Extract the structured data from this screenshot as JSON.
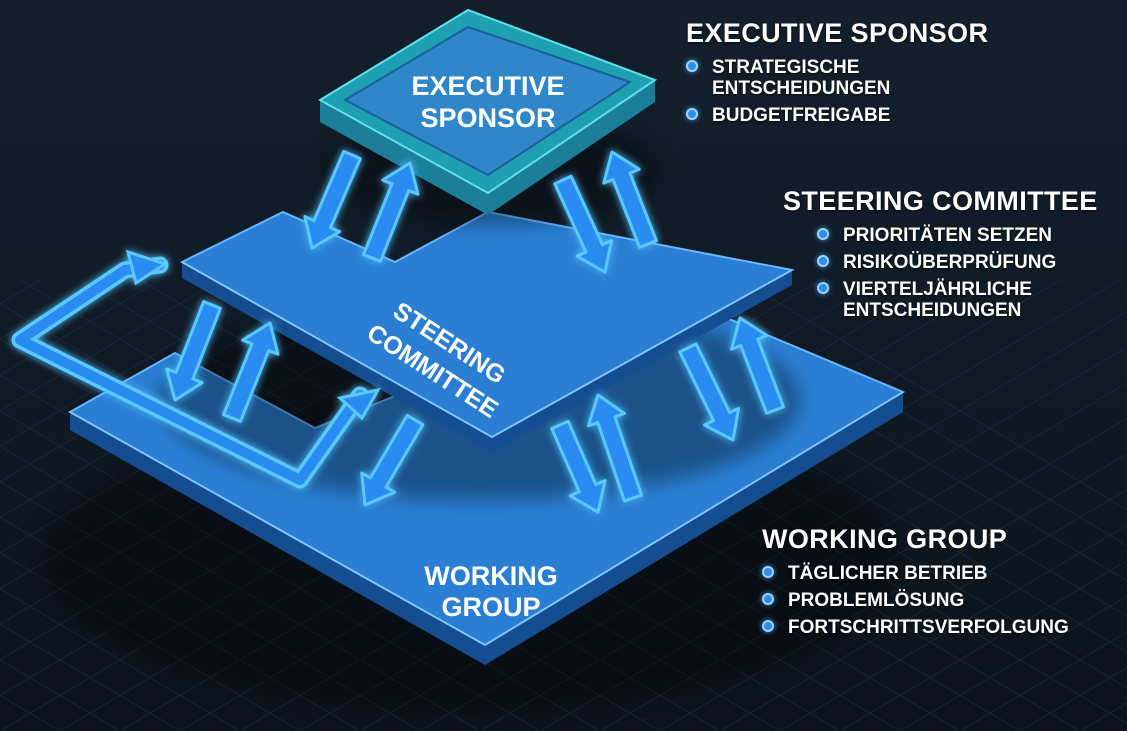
{
  "diagram": {
    "levels": {
      "executive": {
        "label_line1": "EXECUTIVE",
        "label_line2": "SPONSOR"
      },
      "steering": {
        "label_line1": "STEERING",
        "label_line2": "COMMITTEE"
      },
      "working": {
        "label_line1": "WORKING",
        "label_line2": "GROUP"
      }
    }
  },
  "panels": {
    "executive": {
      "title": "EXECUTIVE SPONSOR",
      "items": [
        "STRATEGISCHE\nENTSCHEIDUNGEN",
        "BUDGETFREIGABE"
      ]
    },
    "steering": {
      "title": "STEERING COMMITTEE",
      "items": [
        "PRIORITÄTEN SETZEN",
        "RISIKOÜBERPRÜFUNG",
        "VIERTELJÄHRLICHE\nENTSCHEIDUNGEN"
      ]
    },
    "working": {
      "title": "WORKING GROUP",
      "items": [
        "TÄGLICHER BETRIEB",
        "PROBLEMLÖSUNG",
        "FORTSCHRITTSVERFOLGUNG"
      ]
    }
  },
  "colors": {
    "background": "#0f1a24",
    "platform_top": "#2a7fd4",
    "platform_side": "#1a5eaa",
    "platform_edge": "#6ab8ff",
    "executive_top": "#2f86c8",
    "executive_rim": "#27b8c4",
    "arrow_fill": "#2a8cf0",
    "arrow_glow": "#58c8ff",
    "bullet": "#2f8fe6"
  }
}
